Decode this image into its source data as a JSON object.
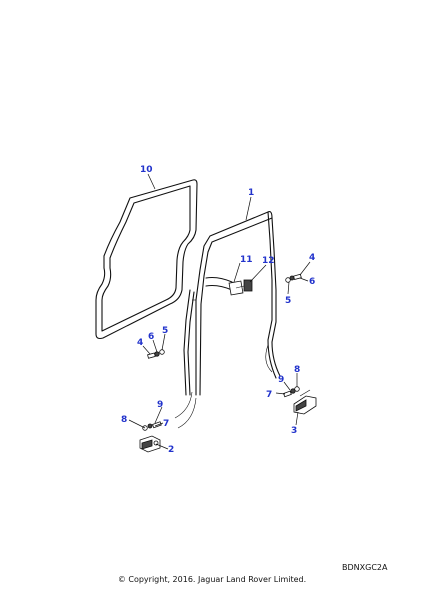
{
  "callouts": {
    "c1": "1",
    "c2": "2",
    "c3": "3",
    "c4a": "4",
    "c4b": "4",
    "c5a": "5",
    "c5b": "5",
    "c6a": "6",
    "c6b": "6",
    "c7a": "7",
    "c7b": "7",
    "c8a": "8",
    "c8b": "8",
    "c9a": "9",
    "c9b": "9",
    "c10": "10",
    "c11": "11",
    "c12": "12"
  },
  "footer": {
    "ref_code": "BDNXGC2A",
    "copyright": "© Copyright, 2016. Jaguar Land Rover Limited."
  },
  "colors": {
    "callout": "#2233cc",
    "line": "#111111"
  }
}
